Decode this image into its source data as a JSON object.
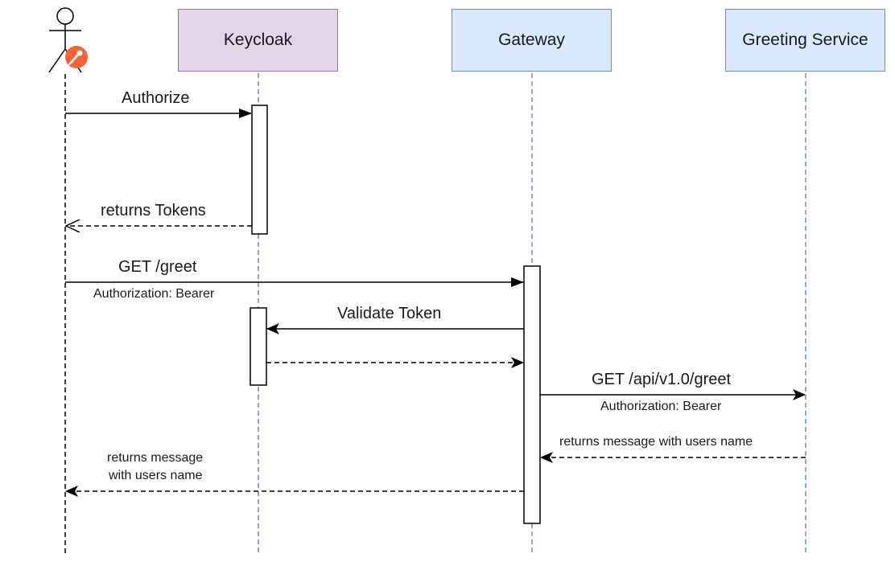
{
  "participants": {
    "actor": {
      "icon": "person-with-badge-icon",
      "badge_color": "#f4623a"
    },
    "keycloak": {
      "label": "Keycloak",
      "fill": "#e1d5e7",
      "stroke": "#9673a6"
    },
    "gateway": {
      "label": "Gateway",
      "fill": "#dae8fc",
      "stroke": "#6c8ebf"
    },
    "greeting": {
      "label": "Greeting Service",
      "fill": "#dae8fc",
      "stroke": "#6c8ebf"
    }
  },
  "messages": {
    "authorize": {
      "label": "Authorize",
      "from": "actor",
      "to": "keycloak",
      "style": "solid"
    },
    "tokens": {
      "label": "returns Tokens",
      "from": "keycloak",
      "to": "actor",
      "style": "dashed"
    },
    "get_greet": {
      "label": "GET /greet",
      "sublabel": "Authorization: Bearer",
      "from": "actor",
      "to": "gateway",
      "style": "solid"
    },
    "validate": {
      "label": "Validate Token",
      "from": "gateway",
      "to": "keycloak",
      "style": "solid"
    },
    "validate_reply": {
      "label": "",
      "from": "keycloak",
      "to": "gateway",
      "style": "dashed"
    },
    "get_api": {
      "label": "GET /api/v1.0/greet",
      "sublabel": "Authorization: Bearer",
      "from": "gateway",
      "to": "greeting",
      "style": "solid"
    },
    "service_reply": {
      "label": "returns message with users name",
      "from": "greeting",
      "to": "gateway",
      "style": "dashed"
    },
    "final_reply": {
      "line1": "returns message",
      "line2": "with users name",
      "from": "gateway",
      "to": "actor",
      "style": "dashed"
    }
  }
}
